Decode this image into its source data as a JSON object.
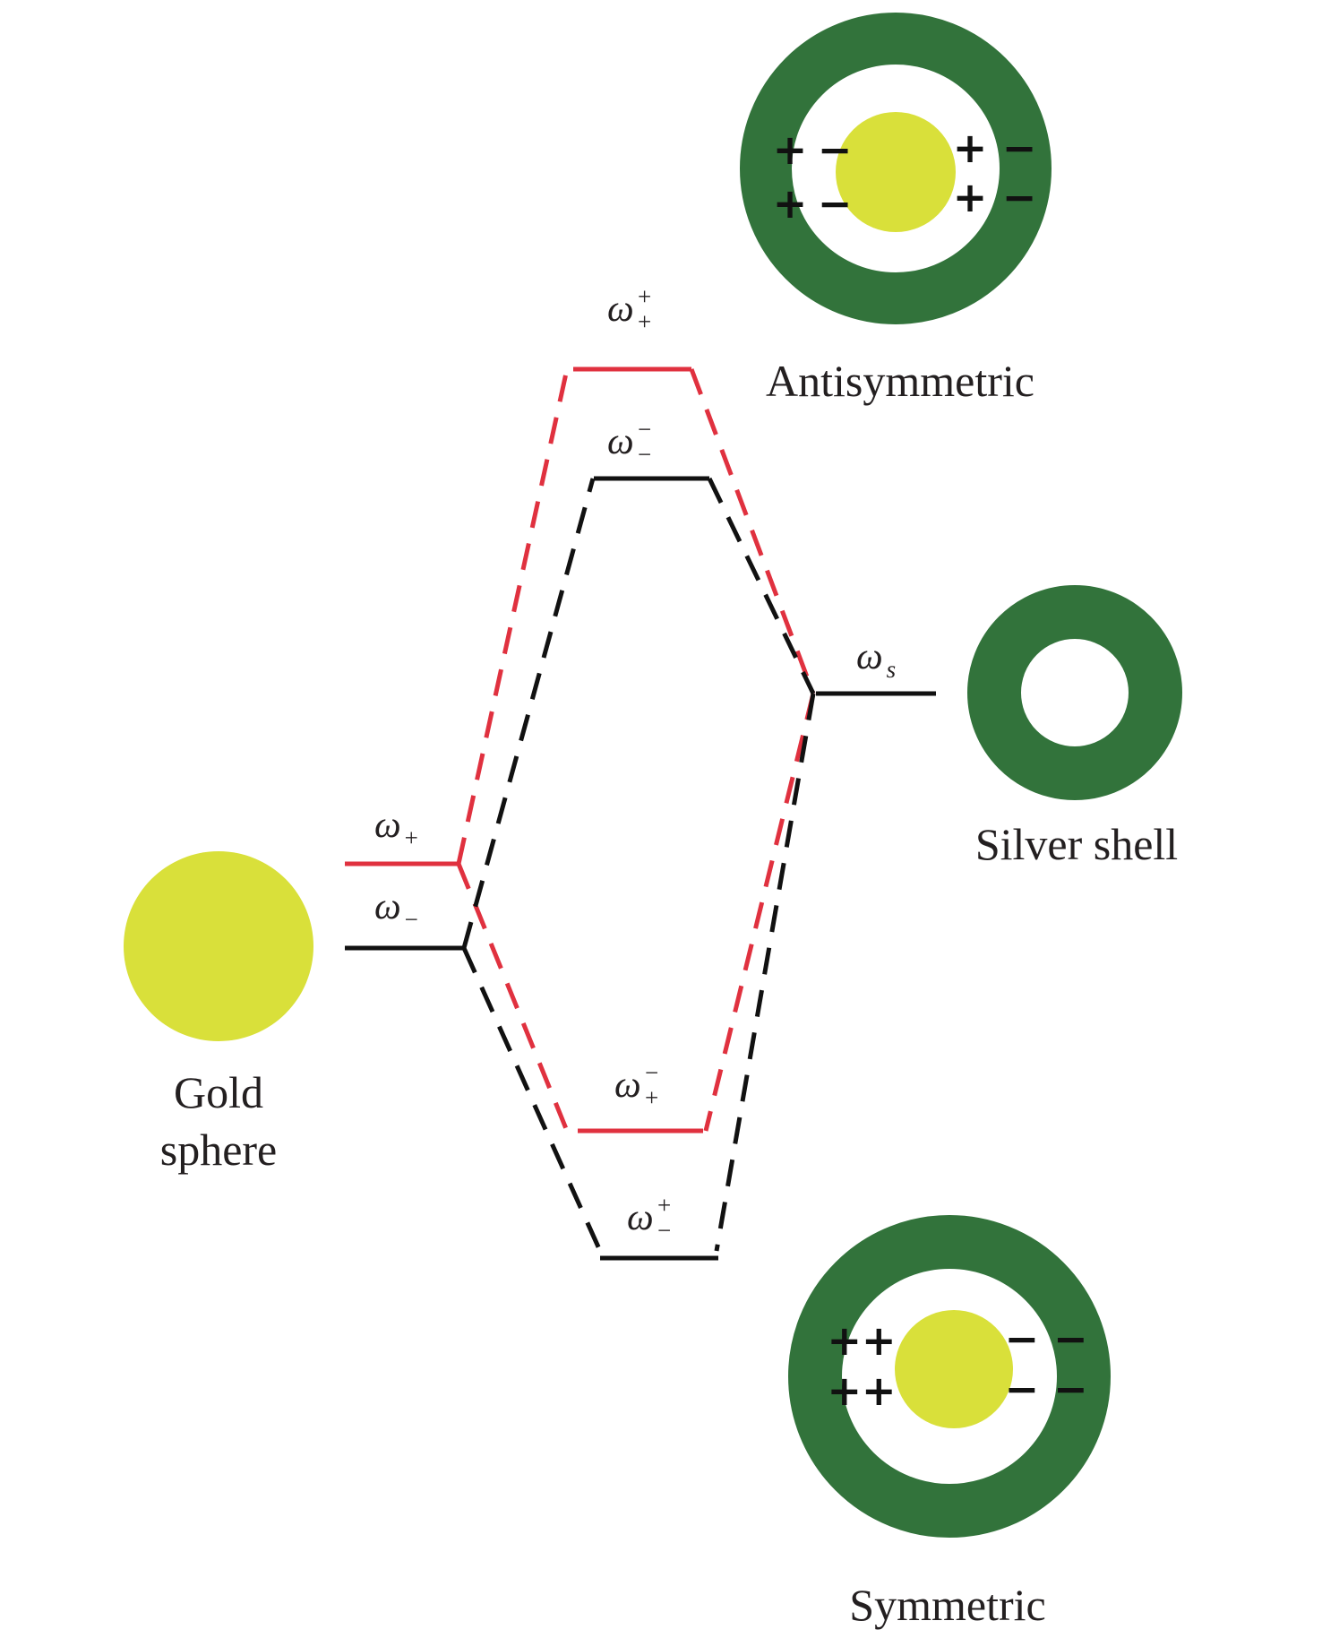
{
  "labels": {
    "gold_sphere_line1": "Gold",
    "gold_sphere_line2": "sphere",
    "silver_shell": "Silver shell",
    "antisymmetric": "Antisymmetric",
    "symmetric": "Symmetric"
  },
  "levels": {
    "omega_plus": {
      "base": "ω",
      "sub": "+",
      "sup": ""
    },
    "omega_minus": {
      "base": "ω",
      "sub": "−",
      "sup": ""
    },
    "omega_s": {
      "base": "ω",
      "sub": "s",
      "sup": ""
    },
    "omega_plus_plus": {
      "base": "ω",
      "sub": "+",
      "sup": "+"
    },
    "omega_minus_minus": {
      "base": "ω",
      "sub": "−",
      "sup": "−"
    },
    "omega_plus_minus": {
      "base": "ω",
      "sub": "+",
      "sup": "−"
    },
    "omega_minus_plus": {
      "base": "ω",
      "sub": "−",
      "sup": "+"
    }
  },
  "charges": {
    "plus": "+",
    "minus": "−",
    "double_plus": "++",
    "double_minus": "− −"
  },
  "colors": {
    "gold": "#d9e03a",
    "silver_shell": "#32733b",
    "plus_mode": "#e0313f",
    "minus_mode": "#111111"
  }
}
